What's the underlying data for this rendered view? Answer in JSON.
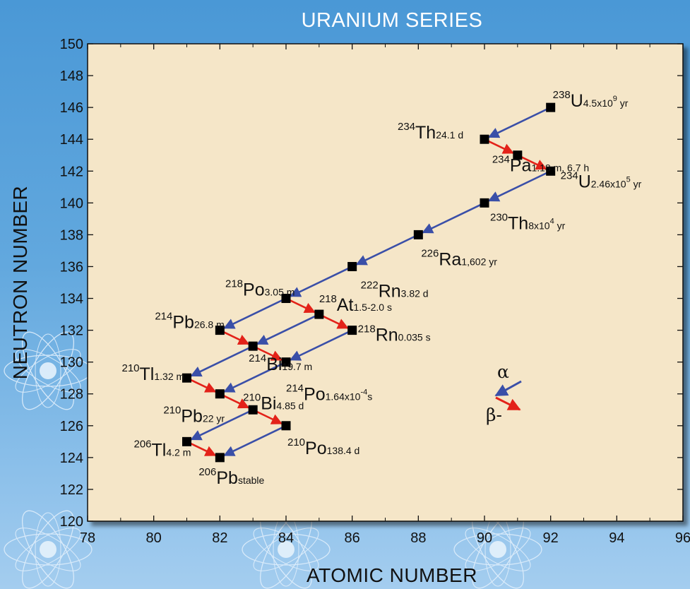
{
  "chart_data": {
    "type": "scatter",
    "title": "URANIUM SERIES",
    "xlabel": "ATOMIC NUMBER",
    "ylabel": "NEUTRON NUMBER",
    "xlim": [
      78,
      96
    ],
    "ylim": [
      120,
      150
    ],
    "x_ticks": [
      78,
      80,
      82,
      84,
      86,
      88,
      90,
      92,
      94,
      96
    ],
    "y_ticks": [
      120,
      122,
      124,
      126,
      128,
      130,
      132,
      134,
      136,
      138,
      140,
      142,
      144,
      146,
      148,
      150
    ],
    "grid": false,
    "colors": {
      "plot_bg": "#f5e6c8",
      "alpha": "#3a4fa8",
      "beta": "#e32219",
      "marker": "#000000",
      "title": "#ffffff"
    },
    "nuclides": [
      {
        "id": "U238",
        "x": 92,
        "y": 146,
        "mass": "238",
        "symbol": "U",
        "halflife": "4.5x10",
        "exp": "9",
        "unit": " yr"
      },
      {
        "id": "Th234",
        "x": 90,
        "y": 144,
        "mass": "234",
        "symbol": "Th",
        "halflife": "24.1 d"
      },
      {
        "id": "Pa234",
        "x": 91,
        "y": 143,
        "mass": "234",
        "symbol": "Pa",
        "halflife": "1.18 m, 6.7 h"
      },
      {
        "id": "U234",
        "x": 92,
        "y": 142,
        "mass": "234",
        "symbol": "U",
        "halflife": "2.46x10",
        "exp": "5",
        "unit": " yr"
      },
      {
        "id": "Th230",
        "x": 90,
        "y": 140,
        "mass": "230",
        "symbol": "Th",
        "halflife": "8x10",
        "exp": "4",
        "unit": " yr"
      },
      {
        "id": "Ra226",
        "x": 88,
        "y": 138,
        "mass": "226",
        "symbol": "Ra",
        "halflife": "1,602 yr"
      },
      {
        "id": "Rn222",
        "x": 86,
        "y": 136,
        "mass": "222",
        "symbol": "Rn",
        "halflife": "3.82 d"
      },
      {
        "id": "Po218",
        "x": 84,
        "y": 134,
        "mass": "218",
        "symbol": "Po",
        "halflife": "3.05 m"
      },
      {
        "id": "At218",
        "x": 85,
        "y": 133,
        "mass": "218",
        "symbol": "At",
        "halflife": "1.5-2.0 s"
      },
      {
        "id": "Rn218",
        "x": 86,
        "y": 132,
        "mass": "218",
        "symbol": "Rn",
        "halflife": "0.035 s"
      },
      {
        "id": "Pb214",
        "x": 82,
        "y": 132,
        "mass": "214",
        "symbol": "Pb",
        "halflife": "26.8 m"
      },
      {
        "id": "Bi214",
        "x": 83,
        "y": 131,
        "mass": "214",
        "symbol": "Bi",
        "halflife": "19.7 m"
      },
      {
        "id": "Po214",
        "x": 84,
        "y": 130,
        "mass": "214",
        "symbol": "Po",
        "halflife": "1.64x10",
        "exp": "-4",
        "unit": "s"
      },
      {
        "id": "Tl210",
        "x": 81,
        "y": 129,
        "mass": "210",
        "symbol": "Tl",
        "halflife": "1.32 m"
      },
      {
        "id": "Pb210",
        "x": 82,
        "y": 128,
        "mass": "210",
        "symbol": "Pb",
        "halflife": "22 yr"
      },
      {
        "id": "Bi210",
        "x": 83,
        "y": 127,
        "mass": "210",
        "symbol": "Bi",
        "halflife": "4.85 d"
      },
      {
        "id": "Po210",
        "x": 84,
        "y": 126,
        "mass": "210",
        "symbol": "Po",
        "halflife": "138.4 d"
      },
      {
        "id": "Tl206",
        "x": 81,
        "y": 125,
        "mass": "206",
        "symbol": "Tl",
        "halflife": "4.2 m"
      },
      {
        "id": "Pb206",
        "x": 82,
        "y": 124,
        "mass": "206",
        "symbol": "Pb",
        "halflife": "stable"
      }
    ],
    "decays": [
      {
        "type": "alpha",
        "from": [
          92,
          146
        ],
        "to": [
          90,
          144
        ]
      },
      {
        "type": "beta",
        "from": [
          90,
          144
        ],
        "to": [
          91,
          143
        ]
      },
      {
        "type": "beta",
        "from": [
          91,
          143
        ],
        "to": [
          92,
          142
        ]
      },
      {
        "type": "alpha",
        "from": [
          92,
          142
        ],
        "to": [
          90,
          140
        ]
      },
      {
        "type": "alpha",
        "from": [
          90,
          140
        ],
        "to": [
          88,
          138
        ]
      },
      {
        "type": "alpha",
        "from": [
          88,
          138
        ],
        "to": [
          86,
          136
        ]
      },
      {
        "type": "alpha",
        "from": [
          86,
          136
        ],
        "to": [
          84,
          134
        ]
      },
      {
        "type": "alpha",
        "from": [
          84,
          134
        ],
        "to": [
          82,
          132
        ]
      },
      {
        "type": "beta",
        "from": [
          84,
          134
        ],
        "to": [
          85,
          133
        ]
      },
      {
        "type": "beta",
        "from": [
          85,
          133
        ],
        "to": [
          86,
          132
        ]
      },
      {
        "type": "alpha",
        "from": [
          85,
          133
        ],
        "to": [
          83,
          131
        ]
      },
      {
        "type": "alpha",
        "from": [
          86,
          132
        ],
        "to": [
          84,
          130
        ]
      },
      {
        "type": "beta",
        "from": [
          82,
          132
        ],
        "to": [
          83,
          131
        ]
      },
      {
        "type": "beta",
        "from": [
          83,
          131
        ],
        "to": [
          84,
          130
        ]
      },
      {
        "type": "alpha",
        "from": [
          83,
          131
        ],
        "to": [
          81,
          129
        ]
      },
      {
        "type": "alpha",
        "from": [
          84,
          130
        ],
        "to": [
          82,
          128
        ]
      },
      {
        "type": "beta",
        "from": [
          81,
          129
        ],
        "to": [
          82,
          128
        ]
      },
      {
        "type": "beta",
        "from": [
          82,
          128
        ],
        "to": [
          83,
          127
        ]
      },
      {
        "type": "beta",
        "from": [
          83,
          127
        ],
        "to": [
          84,
          126
        ]
      },
      {
        "type": "alpha",
        "from": [
          83,
          127
        ],
        "to": [
          81,
          125
        ]
      },
      {
        "type": "alpha",
        "from": [
          84,
          126
        ],
        "to": [
          82,
          124
        ]
      },
      {
        "type": "beta",
        "from": [
          81,
          125
        ],
        "to": [
          82,
          124
        ]
      }
    ],
    "legend": {
      "alpha": "α",
      "beta": "β-"
    }
  }
}
